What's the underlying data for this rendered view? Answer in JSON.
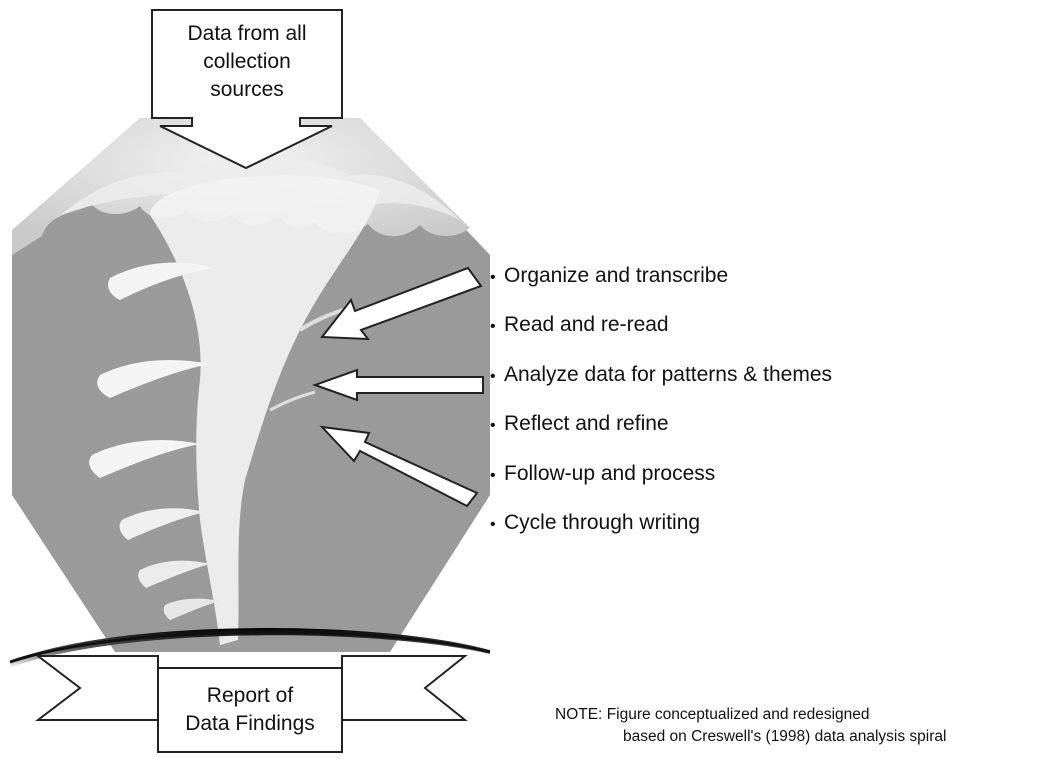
{
  "input_box": {
    "lines": [
      "Data from all",
      "collection",
      "sources"
    ]
  },
  "steps": [
    "Organize and transcribe",
    "Read and re-read",
    "Analyze data for patterns & themes",
    "Reflect and refine",
    "Follow-up and process",
    "Cycle through writing"
  ],
  "output_box": {
    "lines": [
      "Report of",
      "Data Findings"
    ]
  },
  "note": {
    "prefix": "NOTE:",
    "line1": "Figure conceptualized and redesigned",
    "line2": "based on Creswell's (1998) data analysis spiral"
  },
  "colors": {
    "octagon_fill": "#9a9a9a",
    "cloud_fill": "#dcdcdc",
    "tornado_fill": "#eeeeee",
    "outline": "#222222",
    "arrow_fill": "#ffffff"
  },
  "icons": {
    "tornado": "tornado-icon",
    "input_arrow": "arrow-down-icon",
    "step_arrows": "arrow-left-icon",
    "output_banner": "ribbon-banner-icon"
  }
}
